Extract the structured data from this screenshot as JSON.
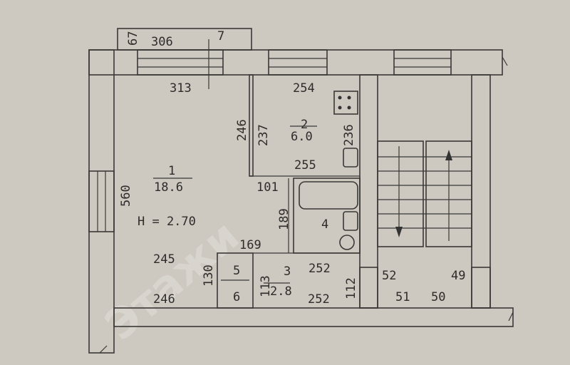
{
  "plan": {
    "rooms": [
      {
        "number": "1",
        "area": "18.6"
      },
      {
        "number": "2",
        "area": "6.0"
      },
      {
        "number": "3",
        "area": "2.8"
      },
      {
        "number": "4"
      },
      {
        "number": "5"
      },
      {
        "number": "6"
      }
    ],
    "ceiling_height": "H = 2.70",
    "dimensions": {
      "balcony_depth": "67",
      "balcony_length": "306",
      "balcony_wall": "7",
      "room1_width": "313",
      "room1_length": "560",
      "room1_partition": "246",
      "room1_bottom_a": "245",
      "room1_bottom_b": "246",
      "kitchen_top": "254",
      "kitchen_left": "237",
      "kitchen_right": "236",
      "kitchen_bottom": "255",
      "door_101": "101",
      "bath_height": "189",
      "closet_width": "169",
      "closet_height": "130",
      "corridor_height": "113",
      "corridor_top": "252",
      "corridor_bottom": "252",
      "entry_112": "112",
      "stair_52": "52",
      "stair_49": "49",
      "stair_51": "51",
      "stair_50": "50"
    },
    "watermark": "Этажи"
  }
}
